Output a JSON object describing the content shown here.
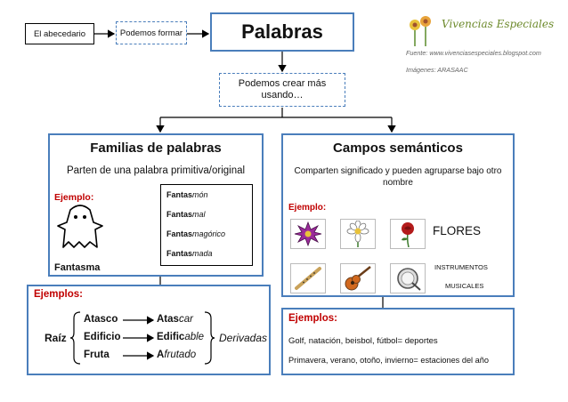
{
  "header": {
    "abecedario": "El abecedario",
    "podemos_formar": "Podemos formar",
    "title": "Palabras",
    "logo_text": "Vivencias Especiales",
    "fuente": "Fuente: www.vivenciasespeciales.blogspot.com",
    "imagenes": "Imágenes: ARASAAC",
    "podemos_crear": "Podemos crear más usando…"
  },
  "familias": {
    "title": "Familias de palabras",
    "subtitle": "Parten de una palabra primitiva/original",
    "ejemplo": "Ejemplo:",
    "word": "Fantasma",
    "derived": [
      {
        "base": "Fantas",
        "suffix": "món"
      },
      {
        "base": "Fantas",
        "suffix": "mal"
      },
      {
        "base": "Fantas",
        "suffix": "magórico"
      },
      {
        "base": "Fantas",
        "suffix": "mada"
      }
    ]
  },
  "campos": {
    "title": "Campos semánticos",
    "subtitle": "Comparten significado y pueden agruparse bajo otro nombre",
    "ejemplo": "Ejemplo:",
    "flores": "FLORES",
    "instrumentos_1": "INSTRUMENTOS",
    "instrumentos_2": "MUSICALES"
  },
  "ejemplos_left": {
    "label": "Ejemplos:",
    "raiz": "Raíz",
    "derivadas": "Derivadas",
    "col1": [
      "Atasco",
      "Edificio",
      "Fruta"
    ],
    "col2": [
      {
        "base": "Atas",
        "suffix": "car"
      },
      {
        "base": "Edific",
        "suffix": "able"
      },
      {
        "base": "A",
        "suffix": "frutado"
      }
    ]
  },
  "ejemplos_right": {
    "label": "Ejemplos:",
    "line1": "Golf, natación, beisbol, fútbol= deportes",
    "line2": "Primavera, verano, otoño, invierno= estaciones del año"
  },
  "colors": {
    "box_border": "#4a7ebb",
    "red": "#c00000",
    "connector": "#000000"
  }
}
